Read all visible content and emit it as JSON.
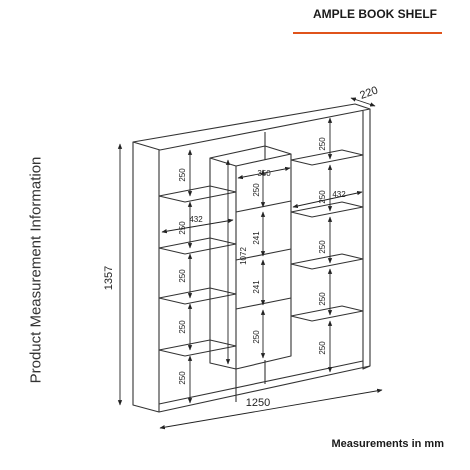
{
  "header": {
    "product_title": "AMPLE BOOK SHELF",
    "accent_color": "#e0531b"
  },
  "side_caption": "Product Measurement Information",
  "footer": {
    "units_note": "Measurements in mm"
  },
  "drawing": {
    "line_color": "#333333",
    "dimensions": {
      "overall_depth": "220",
      "overall_height": "1357",
      "overall_width": "1250",
      "center_column_height": "1072",
      "center_column_width": "350",
      "wing_width_right": "432",
      "wing_width_left": "432",
      "left_shelf_heights": [
        "250",
        "250",
        "250",
        "250",
        "250"
      ],
      "right_shelf_heights": [
        "250",
        "250",
        "250",
        "250",
        "250"
      ],
      "center_shelf_heights": [
        "250",
        "241",
        "241",
        "250"
      ]
    }
  }
}
